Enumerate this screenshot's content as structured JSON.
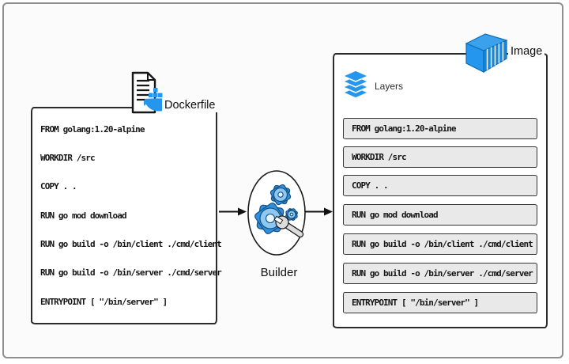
{
  "dockerfile": {
    "label": "Dockerfile",
    "lines": [
      "FROM golang:1.20-alpine",
      "WORKDIR /src",
      "COPY . .",
      "RUN go mod download",
      "RUN go build -o /bin/client ./cmd/client",
      "RUN go build -o /bin/server ./cmd/server",
      "ENTRYPOINT [ \"/bin/server\" ]"
    ]
  },
  "builder": {
    "label": "Builder"
  },
  "image": {
    "label": "Image",
    "layers_label": "Layers",
    "layers": [
      "FROM golang:1.20-alpine",
      "WORKDIR /src",
      "COPY . .",
      "RUN go mod download",
      "RUN go build -o /bin/client ./cmd/client",
      "RUN go build -o /bin/server ./cmd/server",
      "ENTRYPOINT [ \"/bin/server\" ]"
    ]
  },
  "icons": {
    "dockerfile_file": "document-icon",
    "dockerfile_logo": "docker-whale-icon",
    "builder_machine": "gears-and-wrench-icon",
    "image_box": "container-box-icon",
    "image_layers": "stacked-layers-icon",
    "flow": "flow-arrow-icon"
  },
  "colors": {
    "docker_blue": "#2496ED",
    "layer_fill": "#e9e9e9",
    "ink": "#2b2b2b",
    "frame": "#8f8f8f",
    "canvas": "#fbfbfb"
  }
}
